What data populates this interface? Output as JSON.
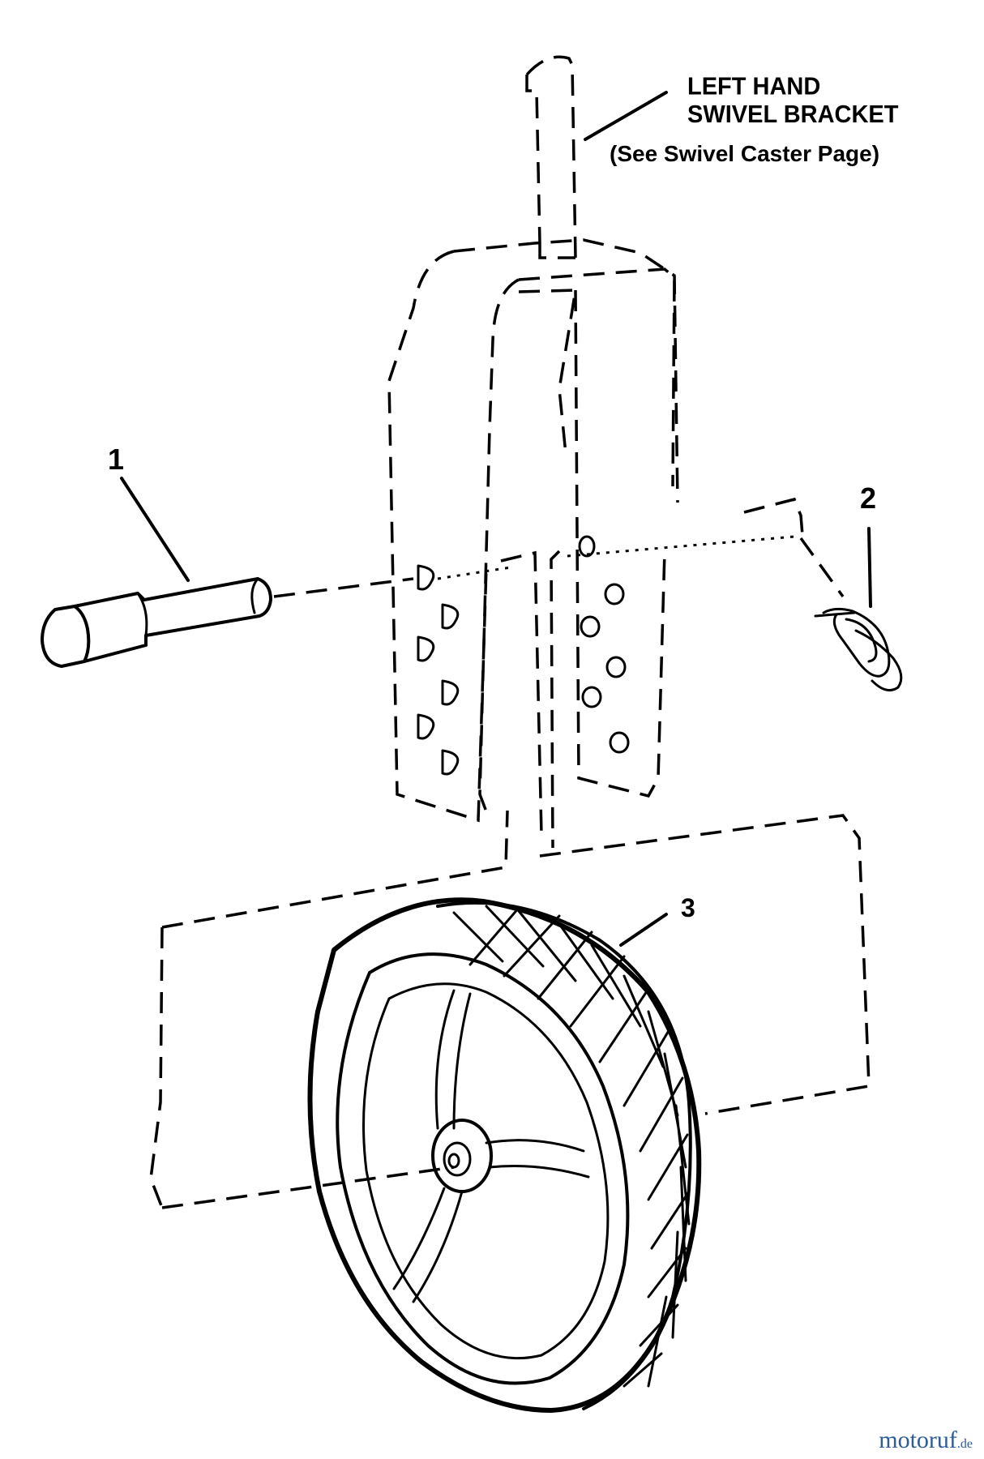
{
  "callout": {
    "title_line1": "LEFT HAND",
    "title_line2": "SWIVEL BRACKET",
    "note": "(See Swivel Caster Page)"
  },
  "parts": [
    {
      "number": "1"
    },
    {
      "number": "2"
    },
    {
      "number": "3"
    }
  ],
  "brand": {
    "name": "motoruf",
    "suffix": ".de"
  },
  "colors": {
    "line": "#000000",
    "brand": "#2e5c98",
    "background": "#ffffff"
  }
}
